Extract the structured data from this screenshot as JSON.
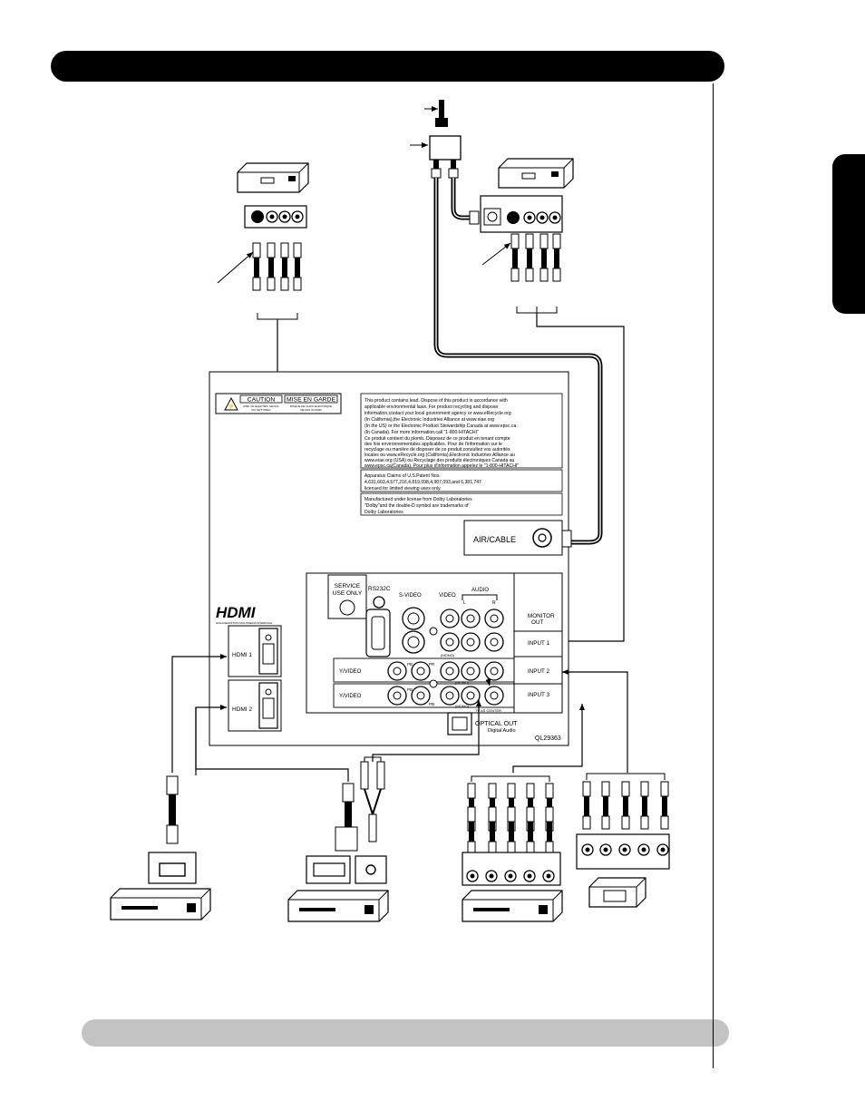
{
  "panel": {
    "caution": "CAUTION",
    "caution_sub1": "RISK OF ELECTRIC SHOCK",
    "caution_sub2": "DO NOT OPEN",
    "mise_en_garde": "MISE EN GARDE",
    "mise_sub1": "RISQUE DE CHOC ELECTRIQUE",
    "mise_sub2": "NE PAS OUVRIR",
    "notice_en": [
      "This product contains lead. Dispose of this product in accordance with",
      "applicable environmental laws. For product recycling and dispose",
      "information,contact your local government agency or www.eRecycle.org",
      "(In California),the Electronic Industries Alliance at www.eiae.org",
      "(In the US) or the Electronic Product Stewardship Canada at www.epsc.ca",
      "(In Canada). For more information,call \"1-800-HITACHI\""
    ],
    "notice_fr": [
      "Ce produit contient du plomb. Disposez de ce produit en tenant compte",
      "des lois environnementales applicables. Pour de l'information sur le",
      "recyclage ou manière de disposer de ce produit,consultez vos autorités",
      "locales ou www.eRecycle.org (California),Electronic Industries Alliance au",
      "www.eiae.org (USA) ou Recyclage des produits électroniques Canada au",
      "www.epsc.ca(Canada). Pour plus d'information appelez le \"1-800-HITACHI\""
    ],
    "patent": [
      "Apparatus Claims of U.S.Patent Nos.",
      "4,631,603,4,577,216,4,819,098,4,907,093,and 6,381,747",
      "licensed for limited viewing uses only."
    ],
    "dolby": [
      "Manufactured under license from Dolby Laboratories",
      "\"Dolby\"and the double-D symbol are trademarks of",
      "Dolby Laboratories"
    ],
    "air_cable": "AIR/CABLE",
    "service": "SERVICE",
    "use_only": "USE ONLY",
    "rs232c": "RS232C",
    "s_video": "S-VIDEO",
    "video": "VIDEO",
    "audio": "AUDIO",
    "l": "L",
    "r": "R",
    "mono": "(MONO)",
    "monitor_out": "MONITOR",
    "out": "OUT",
    "input1": "INPUT 1",
    "input2": "INPUT 2",
    "input3": "INPUT 3",
    "y_video": "Y/VIDEO",
    "pb": "PB",
    "pr": "PR",
    "tv_as_center": "TV AS CENTER",
    "optical_out": "OPTICAL OUT",
    "digital_audio": "Digital Audio",
    "model": "QL29363",
    "hdmi_logo": "HDMI",
    "hdmi_tagline": "HIGH-DEFINITION MULTIMEDIA INTERFACE",
    "hdmi1": "HDMI 1",
    "hdmi2": "HDMI 2"
  }
}
